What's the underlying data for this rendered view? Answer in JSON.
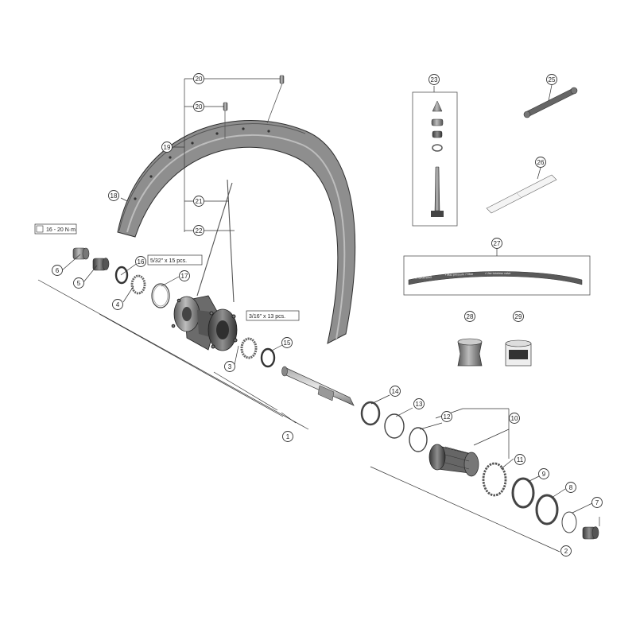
{
  "callouts": [
    {
      "id": "1",
      "label": "1"
    },
    {
      "id": "2",
      "label": "2"
    },
    {
      "id": "3",
      "label": "3"
    },
    {
      "id": "4",
      "label": "4"
    },
    {
      "id": "5",
      "label": "5"
    },
    {
      "id": "6",
      "label": "6"
    },
    {
      "id": "7",
      "label": "7"
    },
    {
      "id": "8",
      "label": "8"
    },
    {
      "id": "9",
      "label": "9"
    },
    {
      "id": "10",
      "label": "10"
    },
    {
      "id": "11",
      "label": "11"
    },
    {
      "id": "12",
      "label": "12"
    },
    {
      "id": "13",
      "label": "13"
    },
    {
      "id": "14",
      "label": "14"
    },
    {
      "id": "15",
      "label": "15"
    },
    {
      "id": "16",
      "label": "16"
    },
    {
      "id": "17",
      "label": "17"
    },
    {
      "id": "18",
      "label": "18"
    },
    {
      "id": "19",
      "label": "19"
    },
    {
      "id": "20a",
      "label": "20"
    },
    {
      "id": "20b",
      "label": "20"
    },
    {
      "id": "21",
      "label": "21"
    },
    {
      "id": "22",
      "label": "22"
    },
    {
      "id": "23",
      "label": "23"
    },
    {
      "id": "25",
      "label": "25"
    },
    {
      "id": "26",
      "label": "26"
    },
    {
      "id": "27",
      "label": "27"
    },
    {
      "id": "28",
      "label": "28"
    },
    {
      "id": "29",
      "label": "29"
    }
  ],
  "notes": {
    "torque": "16 - 20 N·m",
    "bearings_small": "5/32\" x 15 pcs.",
    "bearings_large": "3/16\" x 13 pcs."
  },
  "rim_strip_text": {
    "warning": "⚠ WARNING",
    "line1": "• Max pressure 7.5bar",
    "line2": "• Use tubeless valve"
  },
  "colors": {
    "line": "#333333",
    "part_dark": "#4a4a4a",
    "part_mid": "#8a8a8a",
    "part_light": "#c8c8c8"
  }
}
